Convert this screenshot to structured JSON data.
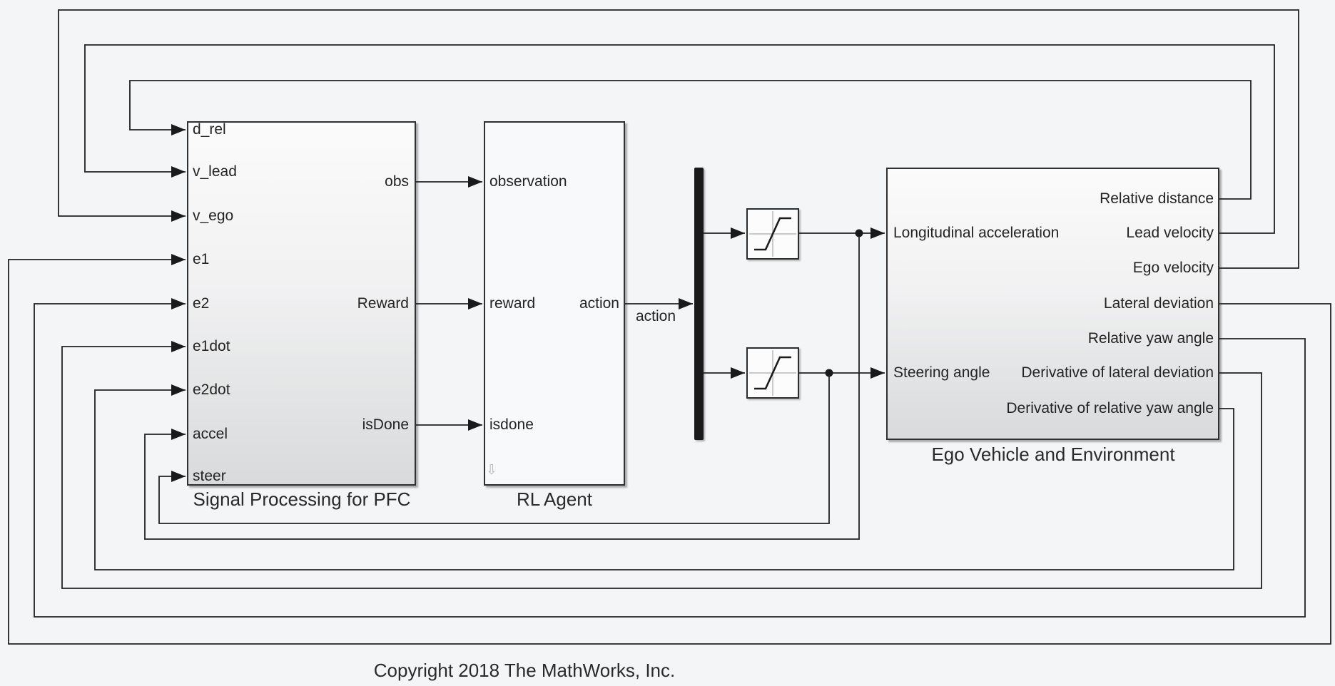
{
  "blocks": {
    "sp": {
      "name": "Signal Processing for PFC",
      "inputs": [
        "d_rel",
        "v_lead",
        "v_ego",
        "e1",
        "e2",
        "e1dot",
        "e2dot",
        "accel",
        "steer"
      ],
      "outputs": [
        "obs",
        "Reward",
        "isDone"
      ]
    },
    "rl": {
      "name": "RL Agent",
      "inputs": [
        "observation",
        "reward",
        "isdone"
      ],
      "outputs": [
        "action"
      ]
    },
    "ego": {
      "name": "Ego Vehicle and Environment",
      "inputs": [
        "Longitudinal acceleration",
        "Steering angle"
      ],
      "outputs": [
        "Relative distance",
        "Lead velocity",
        "Ego velocity",
        "Lateral deviation",
        "Relative yaw angle",
        "Derivative of lateral deviation",
        "Derivative of relative yaw angle"
      ]
    }
  },
  "labels": {
    "action_signal": "action",
    "copyright": "Copyright 2018 The MathWorks, Inc."
  },
  "icons": {
    "rl_badge_arrow": "⇩"
  },
  "colors": {
    "wire": "#212121",
    "canvas_background": "#f4f5f6"
  }
}
